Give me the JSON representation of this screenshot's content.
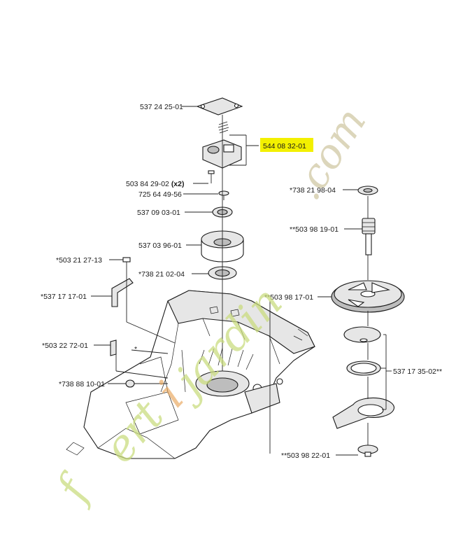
{
  "diagram": {
    "highlight_color": "#f3f000",
    "watermark_colors": {
      "green": "#c9dc7c",
      "orange": "#e9a65a",
      "tan": "#c8bd92"
    },
    "labels": [
      {
        "id": "l1",
        "text": "537 24 25-01"
      },
      {
        "id": "l2",
        "text": "544 08 32-01",
        "highlighted": true
      },
      {
        "id": "l3",
        "text": "503 84 29-02",
        "suffix": "(x2)"
      },
      {
        "id": "l4",
        "text": "725 64 49-56"
      },
      {
        "id": "l5",
        "text": "537 09 03-01"
      },
      {
        "id": "l6",
        "text": "537 03 96-01"
      },
      {
        "id": "l7",
        "text": "*503 21 27-13"
      },
      {
        "id": "l8",
        "text": "*738 21 02-04"
      },
      {
        "id": "l9",
        "text": "*537 17 17-01"
      },
      {
        "id": "l10",
        "text": "*503 22 72-01"
      },
      {
        "id": "l11",
        "text": "*"
      },
      {
        "id": "l12",
        "text": "*738 88 10-01"
      },
      {
        "id": "l13",
        "text": "*738 21 98-04"
      },
      {
        "id": "l14",
        "text": "**503 98 19-01"
      },
      {
        "id": "l15",
        "text": "**503 98 17-01"
      },
      {
        "id": "l16",
        "text": "537 17 35-02**"
      },
      {
        "id": "l17",
        "text": "**503 98 22-01"
      }
    ],
    "watermark": {
      "part1": "f",
      "part2": "ert",
      "part3": "i",
      "part4": "jardin",
      "part5": ".com"
    }
  }
}
